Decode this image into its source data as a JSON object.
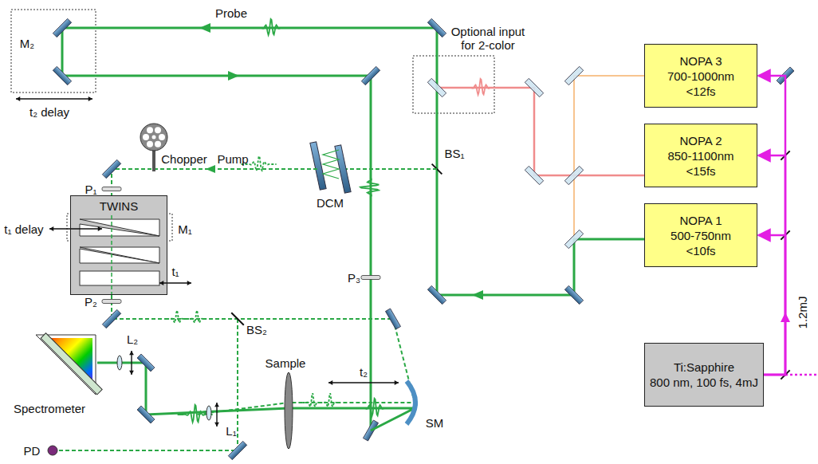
{
  "diagram": {
    "nodes": [
      {
        "text": [
          "NOPA 3",
          "700-1000nm",
          "<12fs"
        ]
      },
      {
        "text": [
          "NOPA 2",
          "850-1100nm",
          "<15fs"
        ]
      },
      {
        "text": [
          "TWINS"
        ]
      },
      {
        "text": [
          "NOPA 1",
          "500-750nm",
          "<10fs"
        ]
      },
      {
        "text": [
          "Ti:Sapphire",
          "800 nm, 100 fs, 4mJ"
        ]
      }
    ],
    "edges": [
      {
        "from": 4,
        "to": 0,
        "arrow": "to"
      },
      {
        "from": 4,
        "to": 1,
        "arrow": "to"
      },
      {
        "from": 4,
        "to": 3,
        "arrow": "to"
      }
    ],
    "labels": [
      "Probe",
      "Optional input for 2-color",
      "M₂",
      "t₂ delay",
      "BS₁",
      "Pump",
      "Chopper",
      "DCM",
      "P₁",
      "M₁",
      "t₁ delay",
      "P₂",
      "t₁",
      "BS₂",
      "P₃",
      "Sample",
      "t₂",
      "SM",
      "L₂",
      "L₁",
      "Spectrometer",
      "PD",
      "1.2mJ"
    ]
  }
}
